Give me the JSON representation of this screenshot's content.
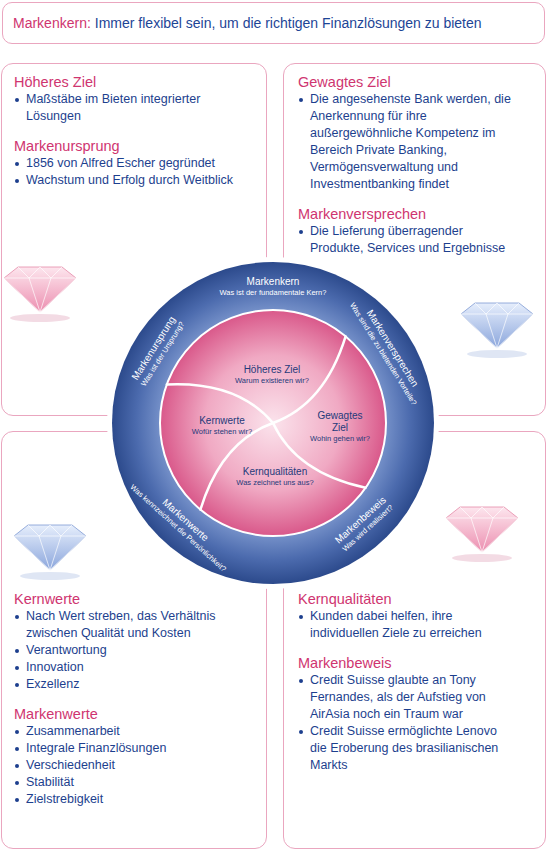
{
  "diagram": {
    "nodes": [
      {
        "text": [
          "Markenkern:",
          "Immer flexibel sein, um die richtigen Finanzlösungen zu bieten"
        ]
      },
      {
        "text": [
          "Höheres Ziel",
          "Maßstäbe im Bieten integrierter Lösungen",
          "Markenursprung",
          "1856 von Alfred Escher gegründet",
          "Wachstum und Erfolg durch Weitblick"
        ]
      },
      {
        "text": [
          "Gewagtes Ziel",
          "Die angesehenste Bank werden, die Anerkennung für ihre außergewöhnliche Kompetenz im Bereich Private Banking, Vermögensverwaltung und Investmentbanking findet",
          "Markenversprechen",
          "Die Lieferung überragender Produkte, Services und Ergebnisse"
        ]
      },
      {
        "text": [
          "Kernwerte",
          "Nach Wert streben, das Verhältnis zwischen Qualität und Kosten",
          "Verantwortung",
          "Innovation",
          "Exzellenz",
          "Markenwerte",
          "Zusammenarbeit",
          "Integrale Finanzlösungen",
          "Verschiedenheit",
          "Stabilität",
          "Zielstrebigkeit"
        ]
      },
      {
        "text": [
          "Kernqualitäten",
          "Kunden dabei helfen, ihre individuellen Ziele zu erreichen",
          "Markenbeweis",
          "Credit Suisse glaubte an Tony Fernandes, als der Aufstieg von AirAsia noch ein Traum war",
          "Credit Suisse ermöglichte Lenovo die Eroberung des brasilianischen Markts"
        ]
      },
      {
        "text": [
          "Markenkern",
          "Was ist der fundamentale Kern?"
        ]
      },
      {
        "text": [
          "Markenursprung",
          "Was ist der Ursprung?"
        ]
      },
      {
        "text": [
          "Markenversprechen",
          "Was sind die zu bietenden Vorteile?"
        ]
      },
      {
        "text": [
          "Höheres Ziel",
          "Warum existieren wir?"
        ]
      },
      {
        "text": [
          "Kernwerte",
          "Wofür stehen wir?"
        ]
      },
      {
        "text": [
          "Gewagtes Ziel",
          "Wohin gehen wir?"
        ]
      },
      {
        "text": [
          "Kernqualitäten",
          "Was zeichnet uns aus?"
        ]
      },
      {
        "text": [
          "Markenwerte",
          "Was kennzeichnet die Persönlichkeit?"
        ]
      },
      {
        "text": [
          "Markenbeweis",
          "Was wird realisiert?"
        ]
      }
    ]
  }
}
